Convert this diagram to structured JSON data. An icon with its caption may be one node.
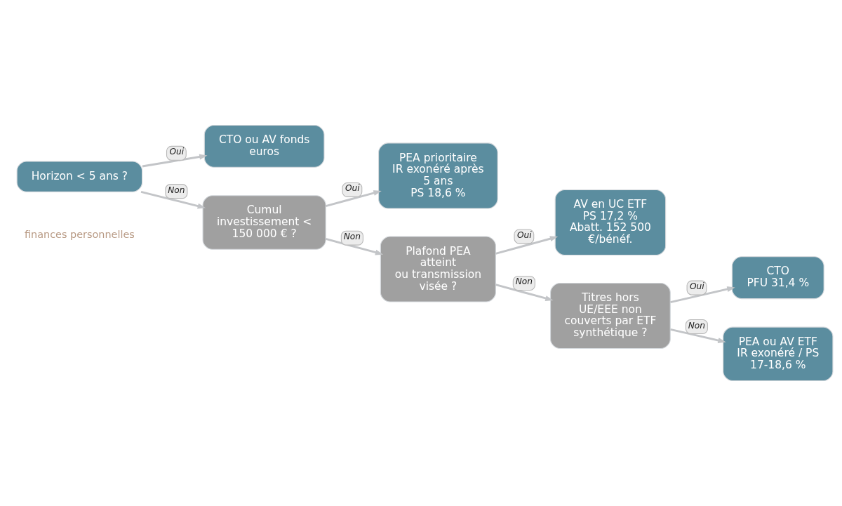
{
  "diagram": {
    "nodes": [
      {
        "text": [
          "Horizon < 5 ans ?"
        ]
      },
      {
        "text": [
          "CTO ou AV fonds euros"
        ]
      },
      {
        "text": [
          "Cumul investissement < 150 000 € ?"
        ]
      },
      {
        "text": [
          "PEA prioritaire",
          "IR exonéré après 5 ans",
          "PS 18,6 %"
        ]
      },
      {
        "text": [
          "Plafond PEA atteint",
          "ou transmission visée ?"
        ]
      },
      {
        "text": [
          "AV en UC ETF",
          "PS 17,2 %",
          "Abatt. 152 500 €/bénéf."
        ]
      },
      {
        "text": [
          "Titres hors UE/EEE non couverts par ETF synthétique ?"
        ]
      },
      {
        "text": [
          "CTO",
          "PFU 31,4 %"
        ]
      },
      {
        "text": [
          "PEA ou AV ETF",
          "IR exonéré / PS 17-18,6 %"
        ]
      }
    ],
    "edges": [
      {
        "from": 0,
        "to": 1,
        "arrow": "to",
        "label": "Oui"
      },
      {
        "from": 0,
        "to": 2,
        "arrow": "to",
        "label": "Non"
      },
      {
        "from": 2,
        "to": 3,
        "arrow": "to",
        "label": "Oui"
      },
      {
        "from": 2,
        "to": 4,
        "arrow": "to",
        "label": "Non"
      },
      {
        "from": 4,
        "to": 5,
        "arrow": "to",
        "label": "Oui"
      },
      {
        "from": 4,
        "to": 6,
        "arrow": "to",
        "label": "Non"
      },
      {
        "from": 6,
        "to": 7,
        "arrow": "to",
        "label": "Oui"
      },
      {
        "from": 6,
        "to": 8,
        "arrow": "to",
        "label": "Non"
      }
    ],
    "labels": [
      "finances personnelles"
    ]
  }
}
